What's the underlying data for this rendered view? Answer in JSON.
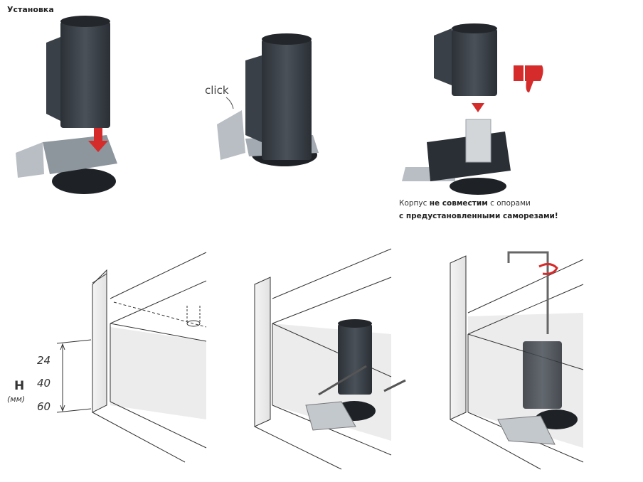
{
  "title": "Установка",
  "step2": {
    "click_label": "click"
  },
  "step3": {
    "caption_line1_pre": "Корпус ",
    "caption_line1_bold": "не совместим",
    "caption_line1_post": " с опорами",
    "caption_line2": "с предустановленными саморезами!"
  },
  "step4": {
    "height_label": "H",
    "unit_label": "(мм)",
    "heights": [
      "24",
      "40",
      "60"
    ]
  },
  "colors": {
    "cylinder": "#3b4148",
    "accent": "#d62b2b",
    "line": "#333333"
  }
}
